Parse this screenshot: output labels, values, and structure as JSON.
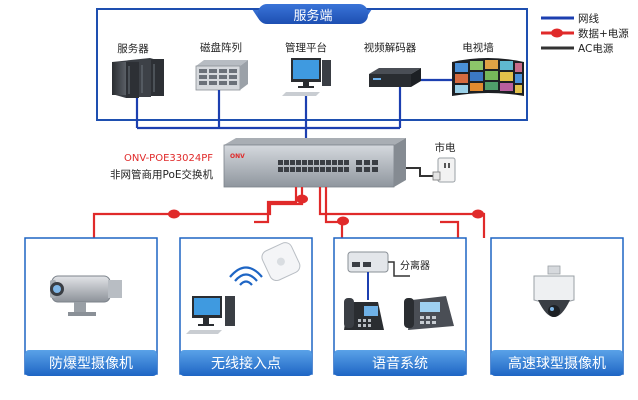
{
  "server_panel": {
    "title": "服务端",
    "devices": [
      {
        "label": "服务器",
        "icon": "server-icon"
      },
      {
        "label": "磁盘阵列",
        "icon": "disk-array-icon"
      },
      {
        "label": "管理平台",
        "icon": "management-pc-icon"
      },
      {
        "label": "视频解码器",
        "icon": "video-decoder-icon"
      },
      {
        "label": "电视墙",
        "icon": "tv-wall-icon"
      }
    ]
  },
  "legend": {
    "items": [
      {
        "label": "网线",
        "color": "#1c3fb0"
      },
      {
        "label": "数据+电源",
        "color": "#e02a2a"
      },
      {
        "label": "AC电源",
        "color": "#333333"
      }
    ]
  },
  "switch": {
    "model": "ONV-POE33024PF",
    "description": "非网管商用PoE交换机",
    "brand": "ONV",
    "model_color": "#e02a2a"
  },
  "mains": {
    "label": "市电"
  },
  "splitter": {
    "label": "分离器"
  },
  "endpoints": [
    {
      "label": "防爆型摄像机",
      "icon": "explosion-proof-camera-icon"
    },
    {
      "label": "无线接入点",
      "icon": "wireless-ap-icon"
    },
    {
      "label": "语音系统",
      "icon": "voice-phone-icon"
    },
    {
      "label": "高速球型摄像机",
      "icon": "speed-dome-camera-icon"
    }
  ]
}
